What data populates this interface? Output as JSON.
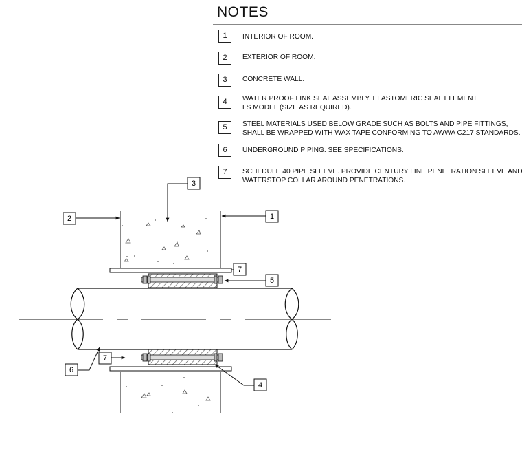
{
  "notes": {
    "title": "NOTES",
    "items": [
      {
        "num": "1",
        "text": "INTERIOR OF ROOM."
      },
      {
        "num": "2",
        "text": "EXTERIOR OF ROOM."
      },
      {
        "num": "3",
        "text": "CONCRETE WALL."
      },
      {
        "num": "4",
        "text": "WATER PROOF LINK SEAL ASSEMBLY. ELASTOMERIC SEAL ELEMENT\nLS MODEL (SIZE AS REQUIRED)."
      },
      {
        "num": "5",
        "text": "STEEL MATERIALS USED BELOW GRADE SUCH AS BOLTS AND PIPE FITTINGS,\nSHALL BE WRAPPED WITH WAX TAPE CONFORMING TO AWWA C217 STANDARDS."
      },
      {
        "num": "6",
        "text": "UNDERGROUND PIPING. SEE SPECIFICATIONS."
      },
      {
        "num": "7",
        "text": "SCHEDULE 40 PIPE SLEEVE. PROVIDE CENTURY LINE PENETRATION SLEEVE AND\nWATERSTOP COLLAR AROUND PENETRATIONS."
      }
    ]
  },
  "callouts": {
    "interior": "1",
    "exterior": "2",
    "wall": "3",
    "seal_assembly": "4",
    "wax_tape": "5",
    "piping": "6",
    "sleeve_top": "7",
    "sleeve_bottom": "7"
  }
}
